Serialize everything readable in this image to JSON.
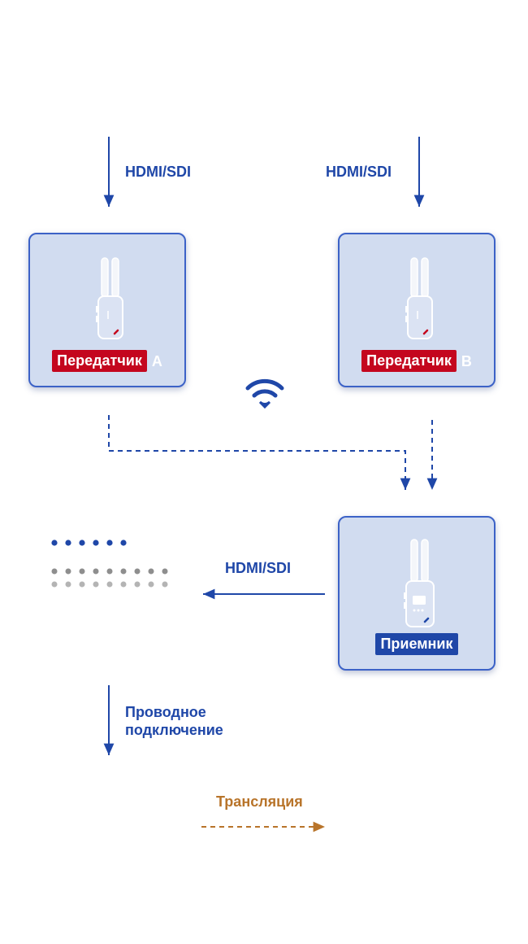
{
  "colors": {
    "accent_blue": "#1f47a8",
    "card_fill": "#d1dcf0",
    "card_border": "#3c62c7",
    "transmitter_tag": "#c4061e",
    "receiver_tag": "#1f47a8",
    "broadcast_orange": "#b8742a",
    "dot_gray": "#909090"
  },
  "icons": {
    "wifi": "wifi-icon",
    "device": "wireless-video-transmitter-device"
  },
  "inputs": {
    "a_label": "HDMI/SDI",
    "b_label": "HDMI/SDI"
  },
  "transmitter_a": {
    "tag": "Передатчик",
    "suffix": "А"
  },
  "transmitter_b": {
    "tag": "Передатчик",
    "suffix": "В"
  },
  "receiver": {
    "tag": "Приемник"
  },
  "output": {
    "label": "HDMI/SDI"
  },
  "wired": {
    "label_line1": "Проводное",
    "label_line2": "подключение"
  },
  "broadcast": {
    "label": "Трансляция"
  }
}
